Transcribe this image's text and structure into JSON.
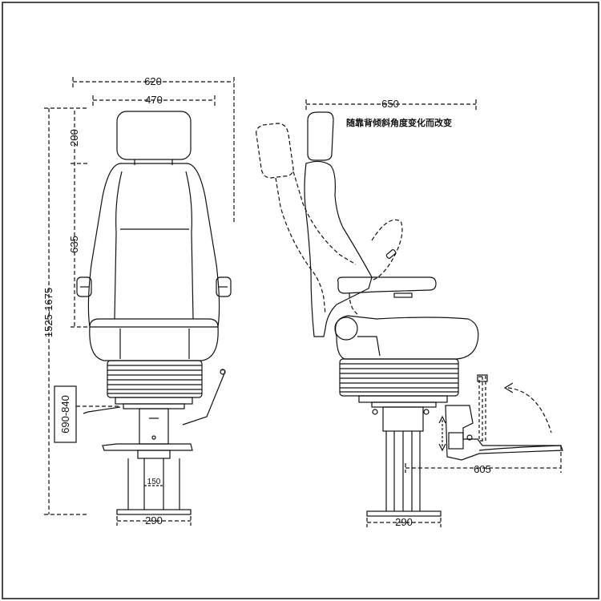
{
  "front_view": {
    "dim_overall_width": "620",
    "dim_back_width": "470",
    "dim_headrest": "200",
    "dim_back_height": "635",
    "dim_total_height": "1525-1675",
    "dim_seat_height": "690-840",
    "dim_column": "150",
    "dim_base": "290"
  },
  "side_view": {
    "dim_depth": "650",
    "note_recline": "随靠背倾斜角度变化而改变",
    "dim_footrest": "605",
    "dim_base": "290"
  },
  "colors": {
    "line": "#111111",
    "background": "#ffffff"
  }
}
